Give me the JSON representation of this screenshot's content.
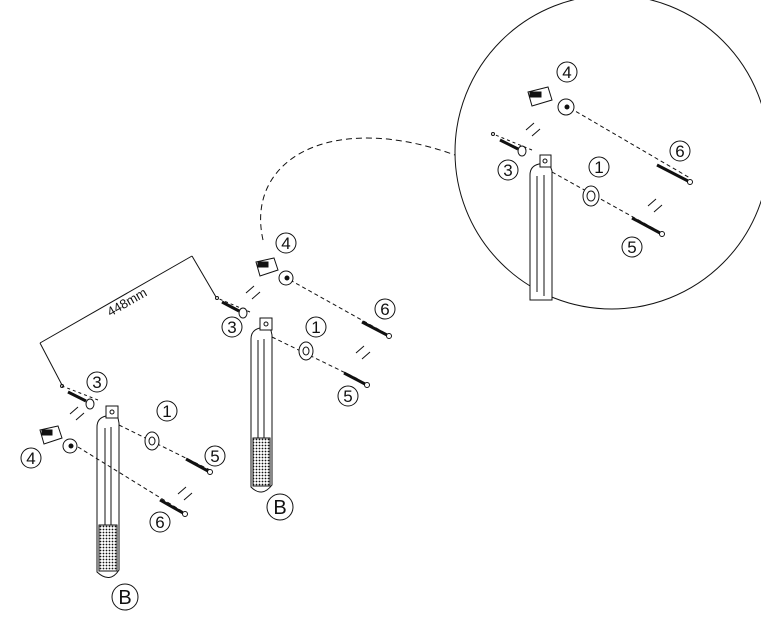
{
  "dimension": {
    "label": "448mm"
  },
  "parts": {
    "p1": "1",
    "p3": "3",
    "p4": "4",
    "p5": "5",
    "p6": "6",
    "b": "B"
  },
  "colors": {
    "line": "#111111",
    "background": "#ffffff"
  }
}
